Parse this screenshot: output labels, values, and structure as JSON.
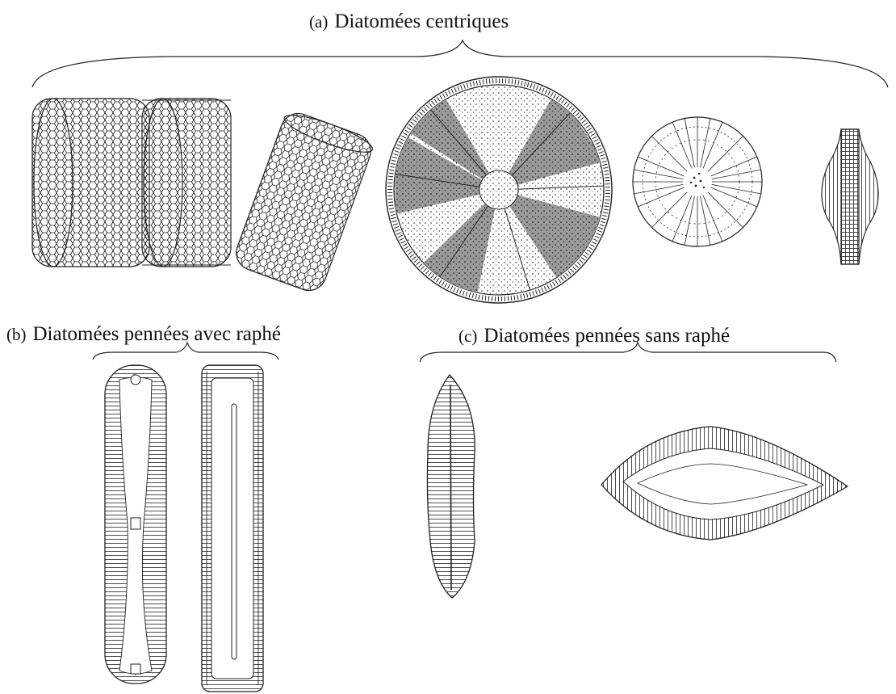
{
  "title": "",
  "groups": [
    {
      "tag": "(a)",
      "label": "Diatomées centriques"
    },
    {
      "tag": "(b)",
      "label": "Diatomées pennées avec raphé"
    },
    {
      "tag": "(c)",
      "label": "Diatomées pennées sans raphé"
    }
  ],
  "colors": {
    "ink": "#111111",
    "shade": "#9a9a9a",
    "paper": "#ffffff"
  }
}
